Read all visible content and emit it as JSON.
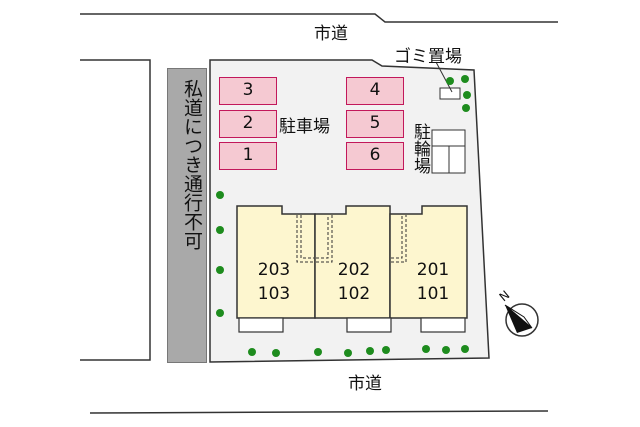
{
  "roads": {
    "top": "市道",
    "bottom": "市道",
    "private": "私道につき通行不可"
  },
  "parking": {
    "label": "駐車場",
    "spaces_left": [
      "3",
      "2",
      "1"
    ],
    "spaces_right": [
      "4",
      "5",
      "6"
    ]
  },
  "bike_parking": {
    "label": "駐輪場"
  },
  "garbage": {
    "label": "ゴミ置場"
  },
  "units": [
    {
      "upper": "203",
      "lower": "103"
    },
    {
      "upper": "202",
      "lower": "102"
    },
    {
      "upper": "201",
      "lower": "101"
    }
  ],
  "compass": {
    "label": "N"
  },
  "colors": {
    "parking_fill": "#f5c9d2",
    "parking_border": "#c2185b",
    "building_fill": "#fdf6cf",
    "tree": "#1e8c1e",
    "private_road": "#a9a9a9"
  }
}
